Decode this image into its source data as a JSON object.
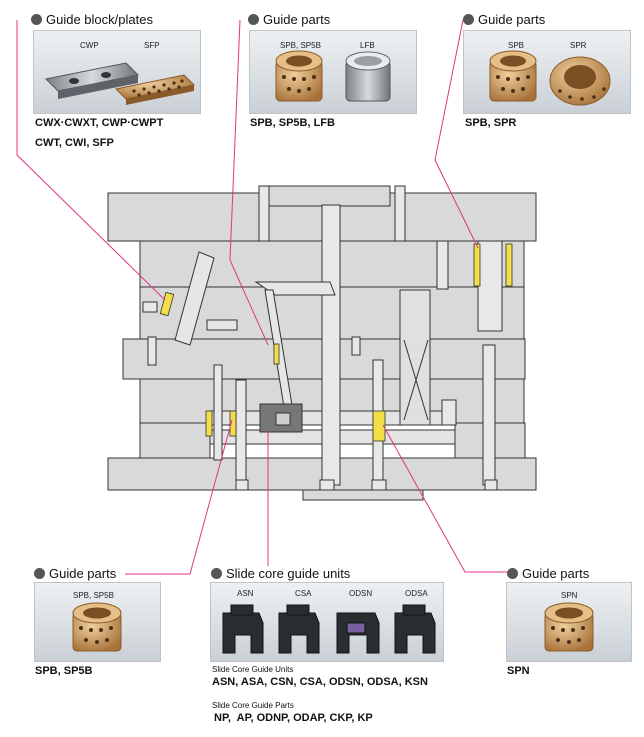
{
  "colors": {
    "leader": "#e0348a",
    "mold": "#d9d9d9",
    "outline": "#333333",
    "highlight": "#f3de4a",
    "bronze": "#c99a5f"
  },
  "callouts": {
    "guide_block": {
      "title": "Guide block/plates",
      "labels": [
        "CWP",
        "SFP"
      ],
      "parts1": "CWX·CWXT, CWP·CWPT",
      "parts2": "CWT, CWI, SFP"
    },
    "guide_parts_1": {
      "title": "Guide parts",
      "labels": [
        "SPB, SP5B",
        "LFB"
      ],
      "parts": "SPB, SP5B, LFB"
    },
    "guide_parts_2": {
      "title": "Guide parts",
      "labels": [
        "SPB",
        "SPR"
      ],
      "parts": "SPB, SPR"
    },
    "guide_parts_3": {
      "title": "Guide parts",
      "labels": [
        "SPB, SP5B"
      ],
      "parts": "SPB, SP5B"
    },
    "slide_core": {
      "title": "Slide core guide units",
      "labels": [
        "ASN",
        "CSA",
        "ODSN",
        "ODSA"
      ],
      "units_caption": "Slide Core Guide Units",
      "units": "ASN, ASA, CSN, CSA, ODSN, ODSA, KSN",
      "parts_caption": "Slide Core Guide Parts",
      "parts": "NP,  AP, ODNP, ODAP, CKP, KP"
    },
    "guide_parts_4": {
      "title": "Guide parts",
      "labels": [
        "SPN"
      ],
      "parts": "SPN"
    }
  }
}
